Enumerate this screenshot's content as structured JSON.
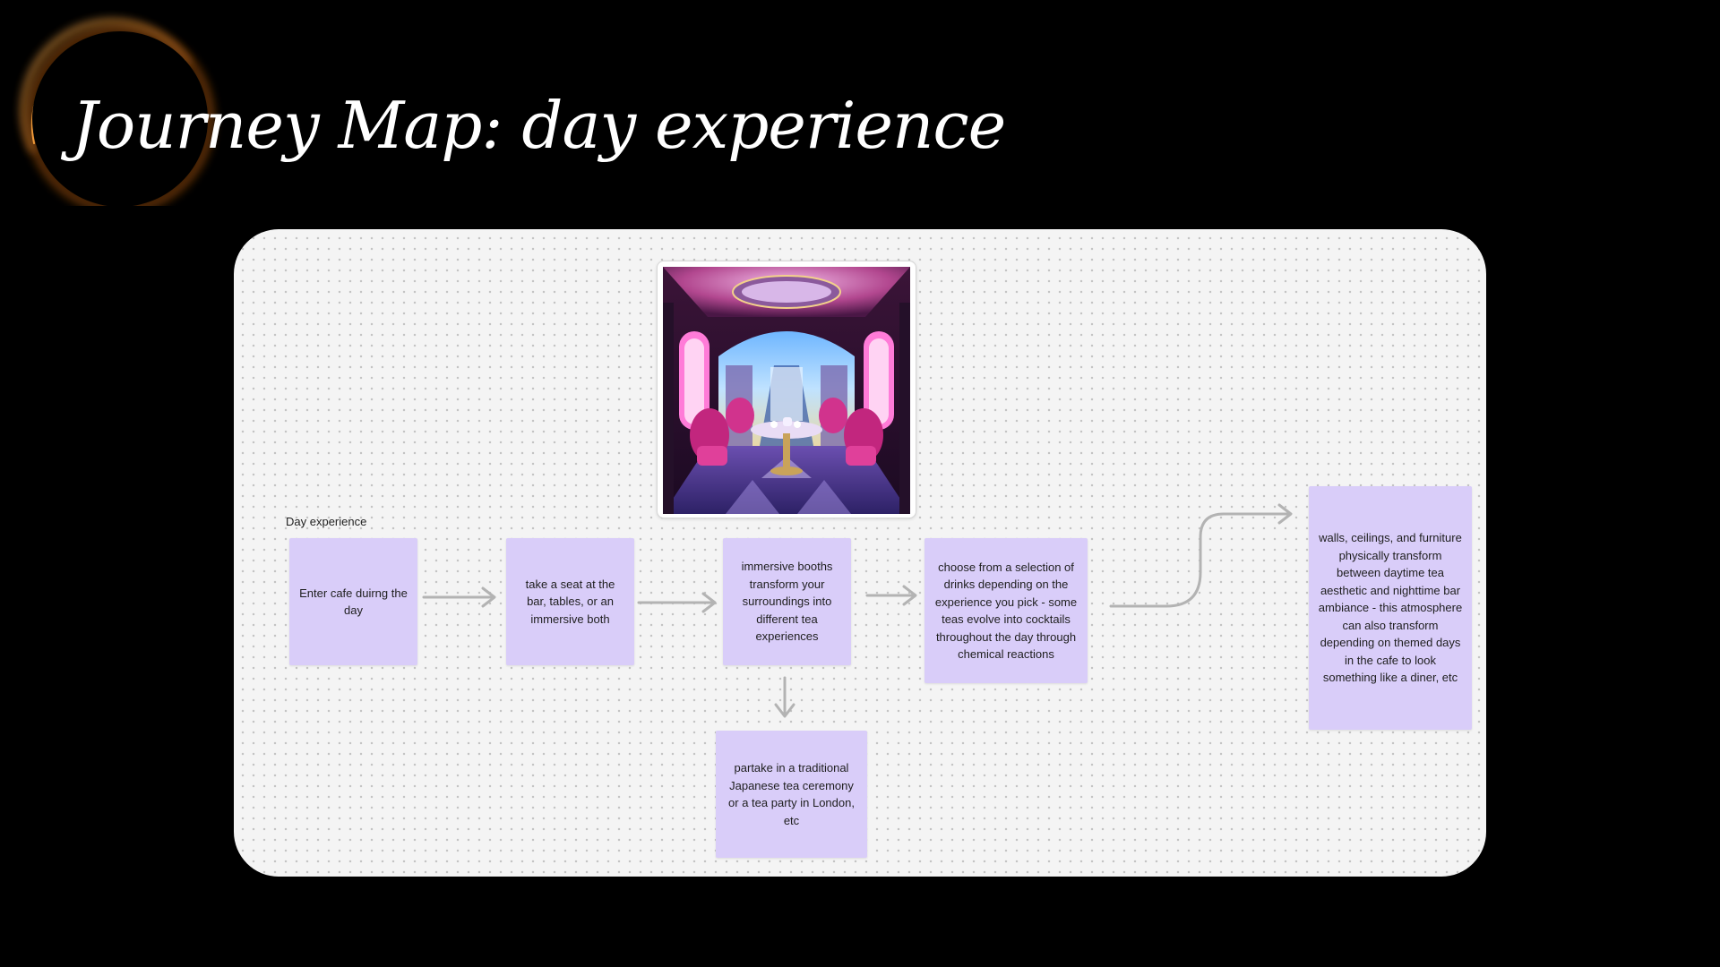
{
  "slide": {
    "title": "Journey Map: day experience"
  },
  "board": {
    "section_label": "Day experience",
    "notes": [
      {
        "id": "enter",
        "text": "Enter cafe duirng the day"
      },
      {
        "id": "seat",
        "text": "take a seat at the bar, tables, or an immersive both"
      },
      {
        "id": "booths",
        "text": "immersive booths transform your surroundings into different tea experiences"
      },
      {
        "id": "drinks",
        "text": "choose from a selection of drinks depending on the experience you pick - some teas evolve into cocktails throughout the day through chemical reactions"
      },
      {
        "id": "transform",
        "text": "walls, ceilings, and furniture physically transform between daytime tea aesthetic and nighttime bar ambiance - this atmosphere can also transform depending on themed days in the cafe to look something like a diner, etc"
      },
      {
        "id": "ceremony",
        "text": "partake in a traditional Japanese tea ceremony or a tea party in London, etc"
      }
    ],
    "photo_subject": "ornate purple tea room booth"
  },
  "colors": {
    "background": "#000000",
    "board": "#f4f4f4",
    "sticky_note": "#d9cdf9",
    "connector": "#b3b3b3",
    "title_text": "#ffffff",
    "orb_glow": "#e9851f"
  }
}
